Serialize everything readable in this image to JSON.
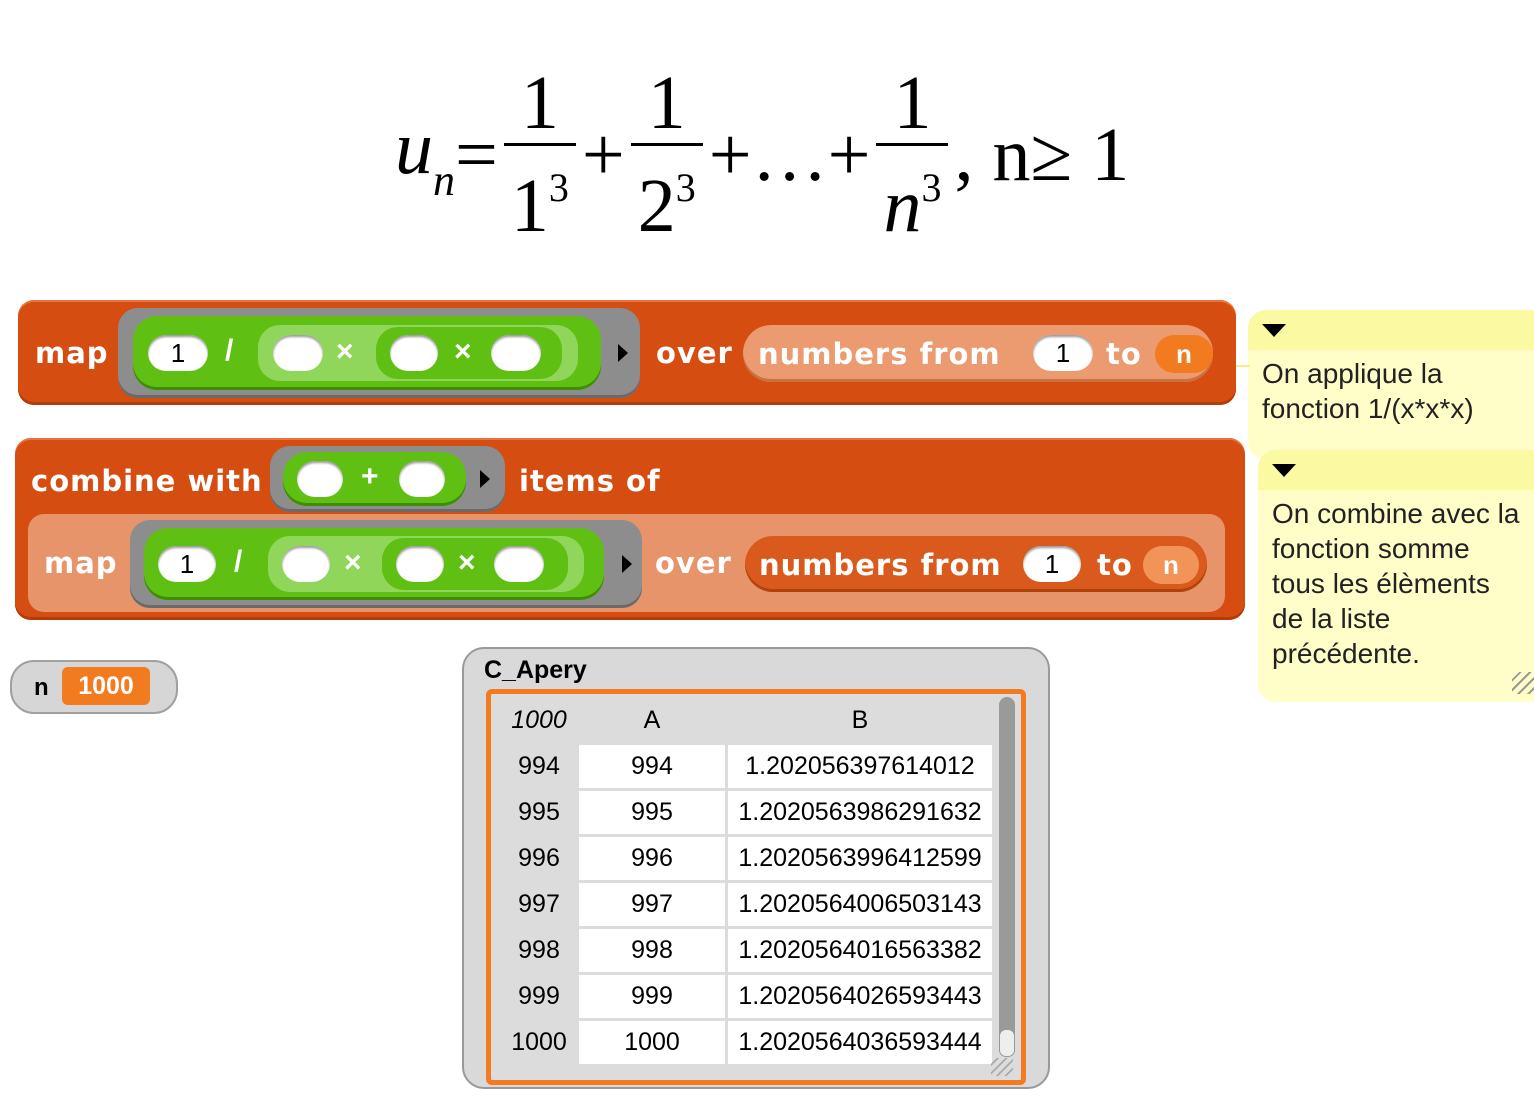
{
  "formula": {
    "lhs": "u",
    "lhs_sub": "n",
    "eq": "=",
    "t1_num": "1",
    "t1_den": "1",
    "t2_num": "1",
    "t2_den": "2",
    "t3_num": "1",
    "t3_den": "n",
    "exp": "3",
    "plus": "+",
    "dots": "+…+",
    "cond": ", n≥ 1"
  },
  "block1": {
    "map": "map",
    "one": "1",
    "div": "/",
    "times": "×",
    "over": "over",
    "numbers_from": "numbers from",
    "from_value": "1",
    "to": "to",
    "to_var": "n"
  },
  "block2": {
    "combine_with": "combine with",
    "plus": "+",
    "items_of": "items of",
    "map": "map",
    "one": "1",
    "div": "/",
    "times": "×",
    "over": "over",
    "numbers_from": "numbers from",
    "from_value": "1",
    "to": "to",
    "to_var": "n"
  },
  "var_watcher": {
    "name": "n",
    "value": "1000"
  },
  "table_watcher": {
    "title": "C_Apery",
    "corner": "1000",
    "headers": [
      "A",
      "B"
    ],
    "rows": [
      [
        "994",
        "994",
        "1.202056397614012"
      ],
      [
        "995",
        "995",
        "1.2020563986291632"
      ],
      [
        "996",
        "996",
        "1.2020563996412599"
      ],
      [
        "997",
        "997",
        "1.2020564006503143"
      ],
      [
        "998",
        "998",
        "1.2020564016563382"
      ],
      [
        "999",
        "999",
        "1.2020564026593443"
      ],
      [
        "1000",
        "1000",
        "1.2020564036593444"
      ]
    ]
  },
  "comments": [
    {
      "text": "On applique la fonction 1/(x*x*x)"
    },
    {
      "text": "On combine avec la fonction somme tous les élèments de la liste précédente."
    }
  ],
  "colors": {
    "control": "#d64d12",
    "operators": "#5fc013",
    "variables": "#f27a1f",
    "comment": "#fffdc8"
  }
}
